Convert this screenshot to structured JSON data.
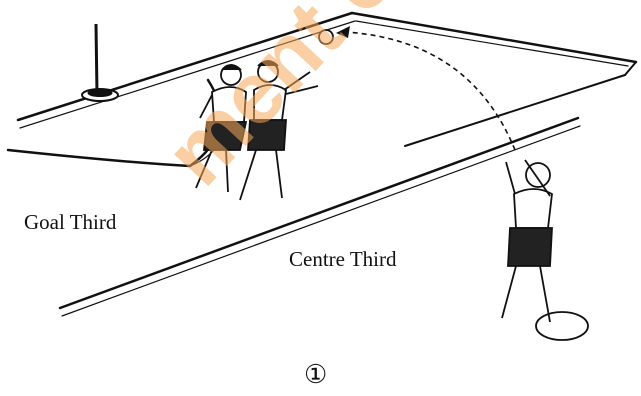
{
  "labels": {
    "goal_third": "Goal Third",
    "centre_third": "Centre Third",
    "figure_number": "①"
  },
  "watermark": {
    "text": "ment of Exa",
    "color": "#f6a85a"
  },
  "colors": {
    "ink": "#111111",
    "background": "#ffffff"
  }
}
